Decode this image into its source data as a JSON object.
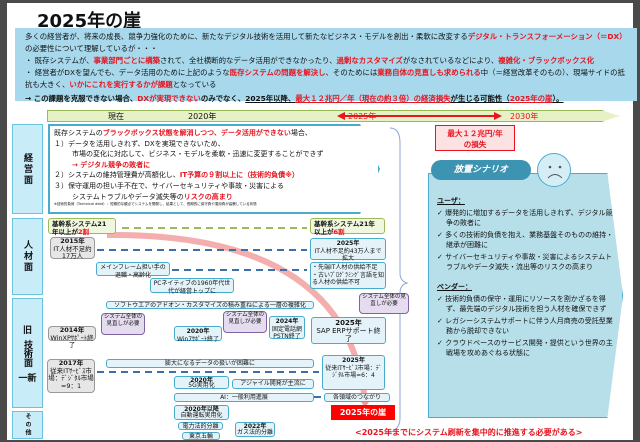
{
  "title": "2025年の崖",
  "intro": {
    "l1a": "多くの経営者が、将来の成長、競争力強化のために、新たなデジタル技術を活用して新たなビジネス・モデルを創出・柔軟に改変する",
    "l1b": "デジタル・トランスフォーメーション（＝DX）",
    "l1c": "の必要性について理解しているが・・・",
    "b1a": "・ 既存システムが、",
    "b1b": "事業部門ごとに構築",
    "b1c": "されて、全社横断的なデータ活用ができなかったり、",
    "b1d": "過剰なカスタマイズ",
    "b1e": "がなされているなどにより、",
    "b1f": "複雑化・ブラックボックス化",
    "b2a": "・ 経営者がDXを望んでも、データ活用のために上記のような",
    "b2b": "既存システムの問題を解決し",
    "b2c": "、そのためには",
    "b2d": "業務自体の見直しも求められる",
    "b2e": "中（＝経営改革そのもの）、現場サイドの抵抗も大きく、",
    "b2f": "いかにこれを実行するかが課題",
    "b2g": "となっている",
    "c1": "→ この課題を克服できない場合、",
    "c2": "DXが実現できない",
    "c3": "のみでなく、",
    "c4": "2025年以降、",
    "c5": "最大１２兆円／年（現在の約３倍）の経済損失",
    "c6": "が生じる可能性（",
    "c7": "2025年の崖",
    "c8": "）。"
  },
  "timeline": {
    "now": "現在",
    "y2020": "2020年",
    "y2025": "2025年",
    "y2030": "2030年"
  },
  "side": {
    "mgmt": "経営面",
    "hr": "人材面",
    "tech1": "旧",
    "tech2": "技術面",
    "tech3": "一新",
    "other": "その他"
  },
  "mgmt": {
    "a": "既存システムの",
    "b": "ブラックボックス状態を解消しつつ、データ活用ができない",
    "c": "場合、",
    "p1": "１）データを活用しきれず、DXを実現できないため、",
    "p1b": "市場の変化に対応して、ビジネス・モデルを柔軟・迅速に変更することができず",
    "p1c": "→  デジタル競争の敗者に",
    "p2": "２）システムの維持管理費が高額化し、",
    "p2b": "IT予算の９割以上に（技術的負債※）",
    "p3": "３）保守運用の担い手不在で、サイバーセキュリティや事故・災害による",
    "p3b": "システムトラブルやデータ滅失等の",
    "p3c": "リスクの高まり",
    "note": "※技術的負債（Technical debt）：短期的な観点でシステムを開発し、結果として、長期的に保守費や運用費が高騰している状態"
  },
  "loss": {
    "l1": "最大１２兆円/年",
    "l2": "の損失"
  },
  "hr": {
    "core2": "基幹系システム21年以上が",
    "core2v": "2割",
    "core6": "基幹系システム21年以上が",
    "core6v": "6割",
    "s2015y": "2015年",
    "s2015": "IT人材不足約17万人",
    "s2025y": "2025年",
    "s2025": "IT人材不足約43万人まで拡大",
    "mainframe": "メインフレーム担い手の退職・高齢化",
    "bul1": "・先端IT人材の供給不足",
    "bul2": "・古いﾌﾟﾛｸﾞﾗﾐﾝｸﾞ言語を知る人材の供給不可",
    "pc": "PCネイティブの1960年代世代が経営トップに"
  },
  "tech": {
    "soft": "ソフトウエアのアドオン・カスタマイズの積み重ねによる一層の複雑化",
    "review": "システム全体の見直しが必要",
    "xpY": "2014年",
    "xp": "WinXPｻﾎﾟｰﾄ終了",
    "w7Y": "2020年",
    "w7": "Win7ｻﾎﾟｰﾄ終了",
    "pstnY": "2024年",
    "pstn": "固定電話網PSTN終了",
    "sapY": "2025年",
    "sap": "SAP ERPサポート終了",
    "m17Y": "2017年",
    "m17": "従来ITｻｰﾋﾞｽ市場：ﾃﾞｼﾞﾀﾙ市場=9：1",
    "data": "膨大になるデータの扱いが困難に",
    "m25Y": "2025年",
    "m25": "従来ITｻｰﾋﾞｽ市場：ﾃﾞｼﾞﾀﾙ市場=6：4",
    "g5Y": "2020年",
    "g5": "5G実用化",
    "agile": "アジャイル開発が主流に",
    "ai": "AI：一般利用進展",
    "conn": "各領域のつながり",
    "cliff": "2025年の崖"
  },
  "other": {
    "autoY": "2020年以降",
    "auto": "自動運転実用化",
    "power": "電力法的分離",
    "olympic": "東京五輪",
    "gasY": "2022年",
    "gas": "ガス法的分離"
  },
  "scenario": {
    "title": "放置シナリオ",
    "user": "ユーザ：",
    "u": [
      "✓ 爆発的に増加するデータを活用しきれず、デジタル競争の敗者に",
      "✓ 多くの技術的負債を抱え、業務基盤そのものの維持・継承が困難に",
      "✓ サイバーセキュリティや事故・災害によるシステムトラブルやデータ滅失・流出等のリスクの高まり"
    ],
    "vendor": "ベンダー：",
    "v": [
      "✓ 技術的負債の保守・運用にリソースを割かざるを得ず、最先端のデジタル技術を担う人材を確保できず",
      "✓ レガシーシステムサポートに伴う人月商売の受託型業務から脱却できない",
      "✓ クラウドベースのサービス開発・提供という世界の主戦場を攻めあぐねる状態に"
    ]
  },
  "bottom": "<2025年までにシステム刷新を集中的に推進する必要がある>"
}
